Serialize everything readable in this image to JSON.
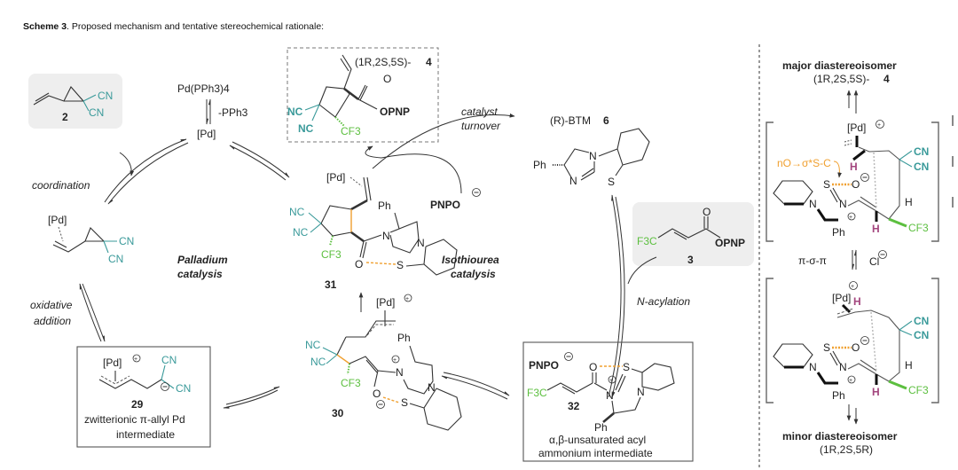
{
  "caption": {
    "label": "Scheme 3",
    "text": ". Proposed mechanism and tentative stereochemical rationale:"
  },
  "colors": {
    "nitrile": "#3a9a9a",
    "cf3": "#5cbf3f",
    "hydrogen_highlight": "#a3467e",
    "interaction": "#f0a030",
    "box_fill": "#eeeeee"
  },
  "pd_cycle": {
    "precatalyst": "Pd(PPh3)4",
    "ligand_loss": "-PPh3",
    "catalyst": "[Pd]",
    "title_line1": "Palladium",
    "title_line2": "catalysis",
    "step_coordination": "coordination",
    "step_oxidative_1": "oxidative",
    "step_oxidative_2": "addition",
    "substrate_2": {
      "label": "2",
      "cn1": "CN",
      "cn2": "CN"
    },
    "complex_pd": {
      "pd": "[Pd]",
      "cn1": "CN",
      "cn2": "CN"
    },
    "intermediate_29": {
      "pd": "[Pd]",
      "cn1": "CN",
      "cn2": "CN",
      "label": "29",
      "desc_line1": "zwitterionic π-allyl Pd",
      "desc_line2": "intermediate"
    }
  },
  "product_4": {
    "stereo": "(1R,2S,5S)-",
    "label": "4",
    "nc1": "NC",
    "nc2": "NC",
    "cf3": "CF3",
    "ester": "OPNP",
    "carbonyl_o": "O"
  },
  "intermediate_31": {
    "label": "31",
    "pd": "[Pd]",
    "nc1": "NC",
    "nc2": "NC",
    "cf3": "CF3",
    "ph": "Ph",
    "n1": "N",
    "n2": "N",
    "s": "S",
    "o": "O"
  },
  "intermediate_30": {
    "label": "30",
    "pd": "[Pd]",
    "nc1": "NC",
    "nc2": "NC",
    "cf3": "CF3",
    "ph": "Ph",
    "n1": "N",
    "n2": "N",
    "s": "S",
    "o": "O"
  },
  "iso_cycle": {
    "title_line1": "Isothiourea",
    "title_line2": "catalysis",
    "step_turnover_1": "catalyst",
    "step_turnover_2": "turnover",
    "step_acylation": "N-acylation",
    "leaving_group": "PNPO",
    "catalyst_6": {
      "prefix": "(R)-BTM ",
      "label": "6",
      "ph": "Ph",
      "n1": "N",
      "n2": "N",
      "s": "S"
    },
    "substrate_3": {
      "label": "3",
      "cf3": "F3C",
      "ester": "OPNP",
      "o": "O"
    },
    "intermediate_32": {
      "label": "32",
      "counterion": "PNPO",
      "cf3": "F3C",
      "ph": "Ph",
      "n1": "N",
      "n2": "N",
      "s": "S",
      "o": "O",
      "desc_line1": "α,β-unsaturated acyl",
      "desc_line2": "ammonium intermediate"
    }
  },
  "stereo_rationale": {
    "major_title": "major diastereoisomer",
    "major_stereo": "(1R,2S,5S)-",
    "major_label": "4",
    "minor_title": "minor diastereoisomer",
    "minor_stereo": "(1R,2S,5R)",
    "interaction_label": "nO→σ*S-C",
    "equilibrium_label": "π-σ-π",
    "counterion": "Cl",
    "pd": "[Pd]",
    "h": "H",
    "cn": "CN",
    "cf3": "CF3",
    "ph": "Ph",
    "s": "S",
    "o": "O",
    "n": "N"
  }
}
